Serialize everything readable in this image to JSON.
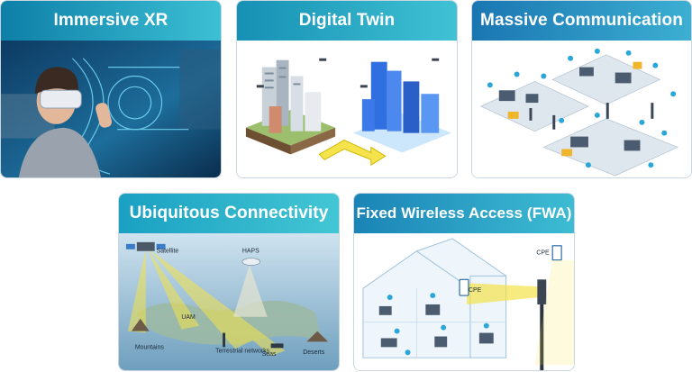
{
  "colors": {
    "header_dark": "#0e7fa8",
    "header_light": "#3cc0d4",
    "accent_yellow": "#f4e34a",
    "building_blue": "#2f6fe0"
  },
  "cards": {
    "immersive_xr": {
      "title": "Immersive XR"
    },
    "digital_twin": {
      "title": "Digital Twin"
    },
    "massive_communication": {
      "title": "Massive Communication"
    },
    "ubiquitous_connectivity": {
      "title": "Ubiquitous Connectivity",
      "labels": {
        "satellite": "Satellite",
        "haps": "HAPS",
        "uam": "UAM",
        "mountains": "Mountains",
        "terrestrial": "Terrestrial networks",
        "seas": "Seas",
        "deserts": "Deserts"
      }
    },
    "fwa": {
      "title": "Fixed Wireless Access (FWA)",
      "labels": {
        "cpe_inside": "CPE",
        "cpe_outside": "CPE"
      }
    }
  }
}
